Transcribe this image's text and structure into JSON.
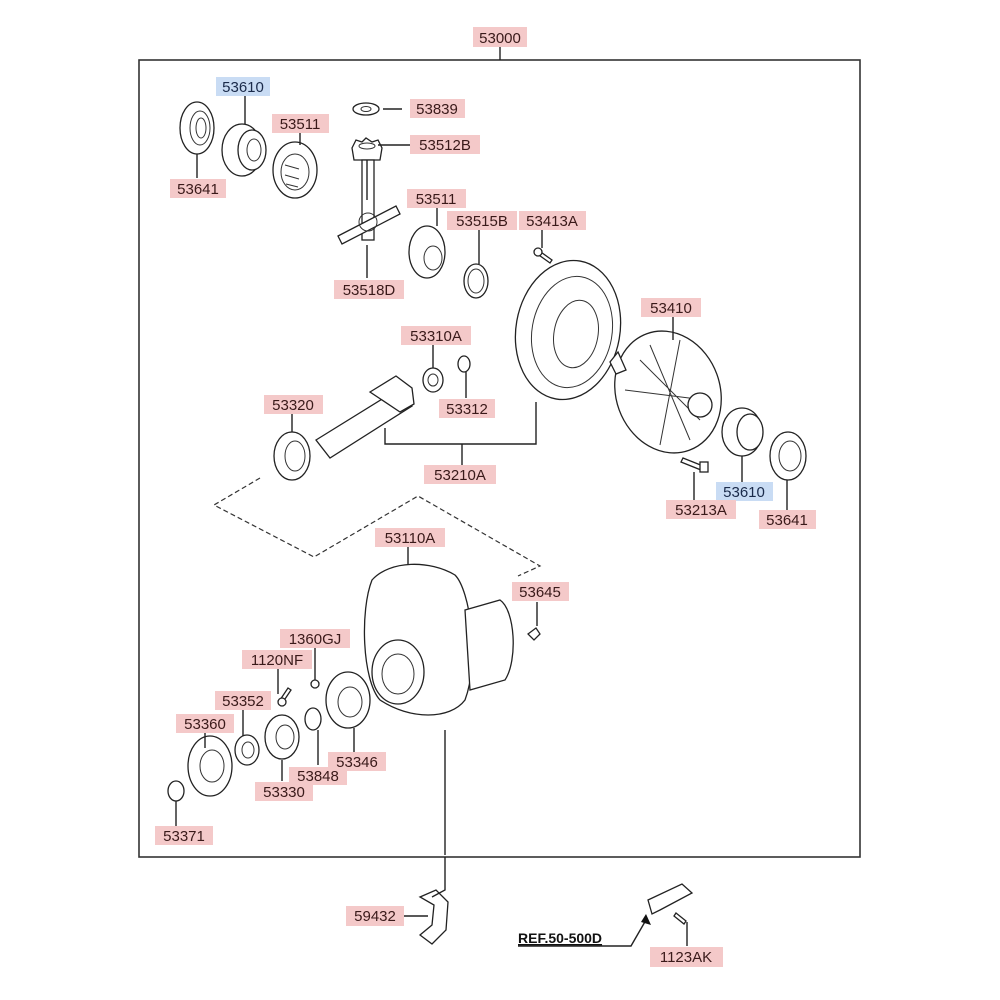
{
  "diagram": {
    "title": "Rear Differential Carrier Assembly",
    "assembly_number": "53000",
    "highlight_colors": {
      "part_label": "#f4c9c9",
      "selected_label": "#c9dcf4"
    },
    "labels": {
      "l53000": "53000",
      "l53610a": "53610",
      "l53839": "53839",
      "l53511a": "53511",
      "l53512b": "53512B",
      "l53641a": "53641",
      "l53511b": "53511",
      "l53515b": "53515B",
      "l53413a": "53413A",
      "l53518d": "53518D",
      "l53410": "53410",
      "l53310a": "53310A",
      "l53320": "53320",
      "l53312": "53312",
      "l53210a": "53210A",
      "l53610b": "53610",
      "l53213a": "53213A",
      "l53641b": "53641",
      "l53110a": "53110A",
      "l53645": "53645",
      "l1360gj": "1360GJ",
      "l1120nf": "1120NF",
      "l53352": "53352",
      "l53360": "53360",
      "l53346": "53346",
      "l53848": "53848",
      "l53330": "53330",
      "l53371": "53371",
      "l59432": "59432",
      "lref": "REF.50-500D",
      "l1123ak": "1123AK"
    }
  }
}
